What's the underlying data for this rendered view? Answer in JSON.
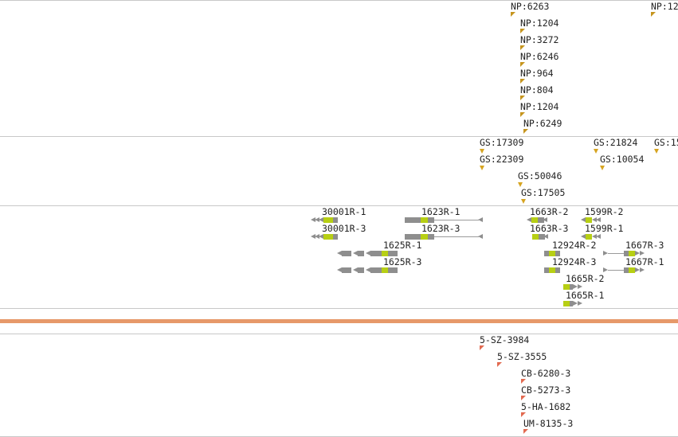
{
  "np_track": {
    "labels": [
      "NP:6263",
      "NP:12",
      "NP:1204",
      "NP:3272",
      "NP:6246",
      "NP:964",
      "NP:804",
      "NP:1204",
      "NP:6249"
    ]
  },
  "gs_track": {
    "labels": [
      "GS:17309",
      "GS:21824",
      "GS:15",
      "GS:22309",
      "GS:10054",
      "GS:50046",
      "GS:17505"
    ]
  },
  "gene_track": {
    "labels": [
      "30001R-1",
      "1623R-1",
      "1663R-2",
      "1599R-2",
      "30001R-3",
      "1623R-3",
      "1663R-3",
      "1599R-1",
      "1625R-1",
      "12924R-2",
      "1667R-3",
      "1625R-3",
      "12924R-3",
      "1667R-1",
      "1665R-2",
      "1665R-1"
    ]
  },
  "sample_track": {
    "labels": [
      "5-SZ-3984",
      "5-SZ-3555",
      "CB-6280-3",
      "CB-5273-3",
      "5-HA-1682",
      "UM-8135-3"
    ]
  },
  "colors": {
    "separator": "#c8c8c8",
    "orange_bar": "#e7996a",
    "gene_exon": "#8e8e8e",
    "gene_cds": "#b7cf14",
    "np_marker": "#c6951e",
    "gs_marker": "#e5b13a",
    "sample_marker": "#e26a50"
  }
}
